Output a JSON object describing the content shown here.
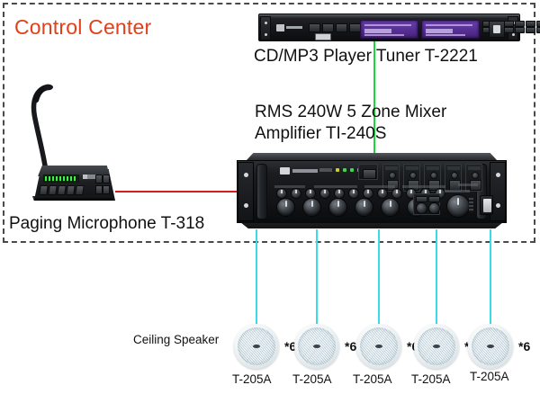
{
  "frame": {
    "title": "Control Center"
  },
  "devices": {
    "cd_player": {
      "label": "CD/MP3 Player Tuner T-2221",
      "name": "cd-mp3-player-tuner"
    },
    "amplifier": {
      "label_line1": "RMS 240W 5 Zone Mixer",
      "label_line2": "Amplifier TI-240S",
      "name": "mixer-amplifier"
    },
    "microphone": {
      "label": "Paging Microphone T-318",
      "name": "paging-microphone"
    }
  },
  "speakers": {
    "group_label": "Ceiling Speaker",
    "items": [
      {
        "model": "T-205A",
        "quantity": "*6"
      },
      {
        "model": "T-205A",
        "quantity": "*6"
      },
      {
        "model": "T-205A",
        "quantity": "*6"
      },
      {
        "model": "T-205A",
        "quantity": "*6"
      },
      {
        "model": "T-205A",
        "quantity": "*6"
      }
    ]
  },
  "colors": {
    "control_center_title": "#e0401a",
    "audio_line_green": "#18d83a",
    "mic_line_red": "#d21f1f",
    "speaker_line_cyan": "#38dde8",
    "frame_dashed": "#4a4a4a"
  }
}
